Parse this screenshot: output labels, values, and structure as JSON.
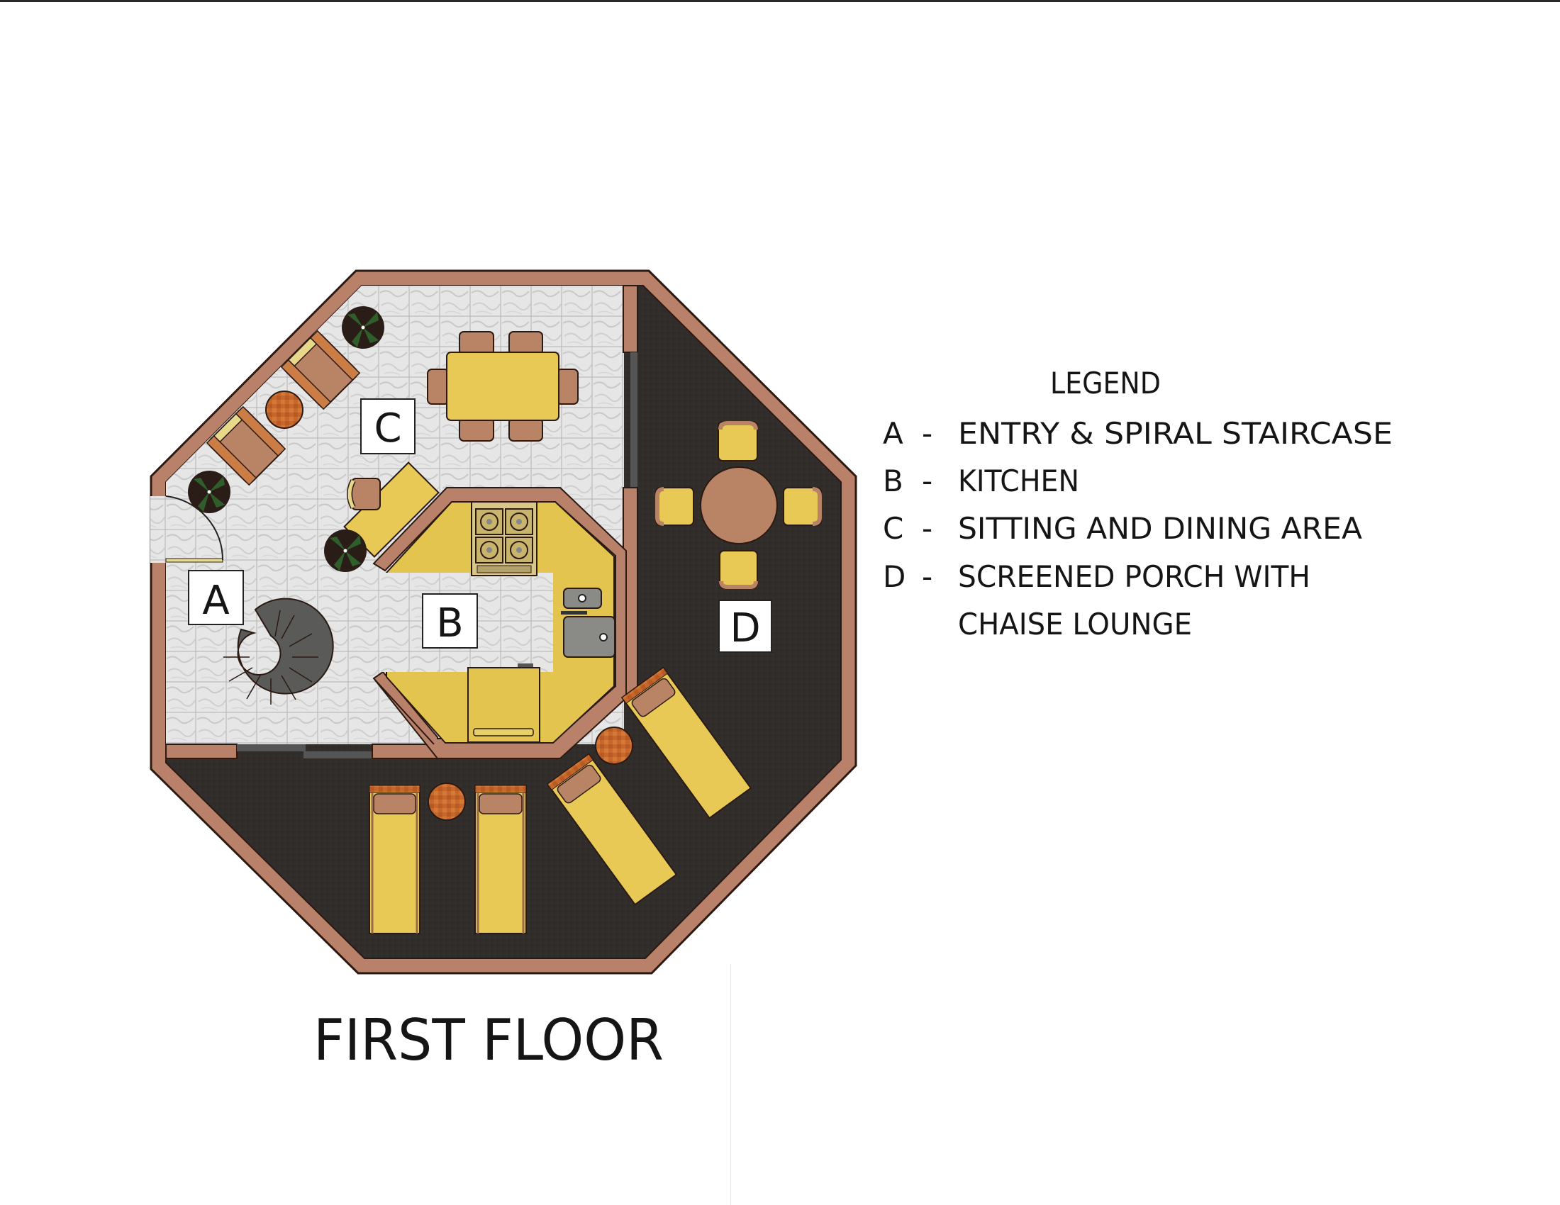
{
  "title": "FIRST FLOOR",
  "legend": {
    "heading": "LEGEND",
    "items": [
      {
        "key": "A",
        "sep": "-",
        "label": "ENTRY & SPIRAL STAIRCASE"
      },
      {
        "key": "B",
        "sep": "-",
        "label": "KITCHEN"
      },
      {
        "key": "C",
        "sep": "-",
        "label": "SITTING AND DINING AREA"
      },
      {
        "key": "D",
        "sep": "-",
        "label": "SCREENED PORCH WITH",
        "label_line2": "CHAISE LOUNGE"
      }
    ]
  },
  "rooms": [
    {
      "key": "A",
      "name": "Entry & Spiral Staircase"
    },
    {
      "key": "B",
      "name": "Kitchen"
    },
    {
      "key": "C",
      "name": "Sitting and Dining Area"
    },
    {
      "key": "D",
      "name": "Screened Porch with Chaise Lounge"
    }
  ],
  "colors": {
    "wall": "#b9806a",
    "wall_outline": "#2b1a12",
    "porch_floor": "#302c29",
    "marble_floor": "#e3e3e3",
    "marble_grid": "#b9b9b9",
    "kitchen_floor": "#e2c44f",
    "furniture_yellow": "#e8c956",
    "cushion_brown": "#b98466",
    "wood_table": "#c8662a",
    "stair": "#5a5a58",
    "plant_pot": "#2a1d17",
    "plant_leaf": "#2f5e2a",
    "sink": "#8a8a86"
  }
}
